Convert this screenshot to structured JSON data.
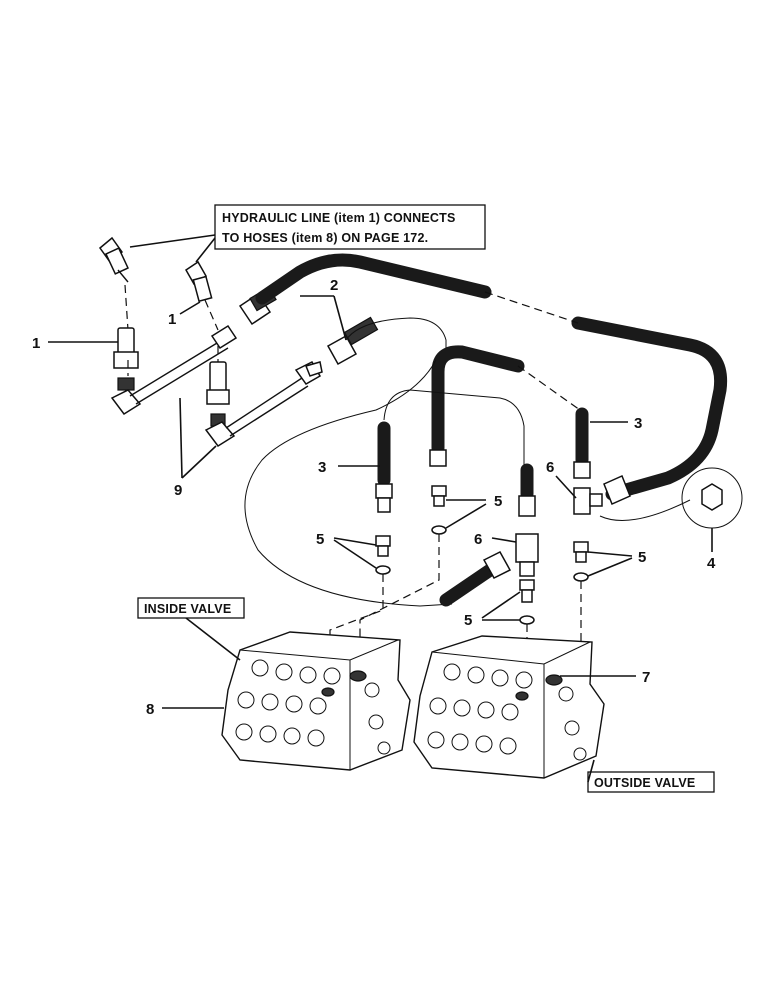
{
  "header_note": {
    "line1": "HYDRAULIC LINE (item 1) CONNECTS",
    "line2": "TO HOSES (item 8) ON PAGE  172."
  },
  "callouts": {
    "item1_left": "1",
    "item1_upper": "1",
    "item2": "2",
    "item3_left": "3",
    "item3_right": "3",
    "item4": "4",
    "item5_a": "5",
    "item5_b": "5",
    "item5_c": "5",
    "item5_d": "5",
    "item6_upper": "6",
    "item6_lower": "6",
    "item7": "7",
    "item8": "8",
    "item9": "9"
  },
  "labels": {
    "inside_valve": "INSIDE VALVE",
    "outside_valve": "OUTSIDE VALVE"
  }
}
